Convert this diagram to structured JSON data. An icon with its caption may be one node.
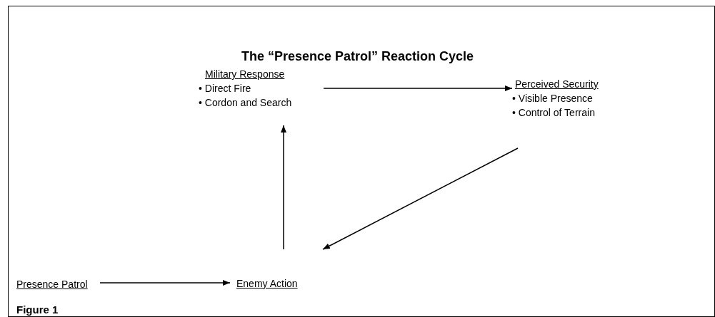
{
  "diagram": {
    "title": "The “Presence Patrol” Reaction Cycle",
    "nodes": [
      {
        "text": [
          "Military Response",
          "• Direct Fire",
          "• Cordon and Search"
        ]
      },
      {
        "text": [
          "Perceived Security",
          "• Visible Presence",
          "• Control of Terrain"
        ]
      },
      {
        "text": [
          "Presence Patrol"
        ]
      },
      {
        "text": [
          "Enemy Action"
        ]
      }
    ],
    "edges": [
      {
        "from": 0,
        "to": 1,
        "arrow": "to"
      },
      {
        "from": 1,
        "to": 3,
        "arrow": "to"
      },
      {
        "from": 3,
        "to": 0,
        "arrow": "to"
      },
      {
        "from": 2,
        "to": 3,
        "arrow": "to"
      }
    ],
    "labels": [
      "Figure 1"
    ]
  }
}
